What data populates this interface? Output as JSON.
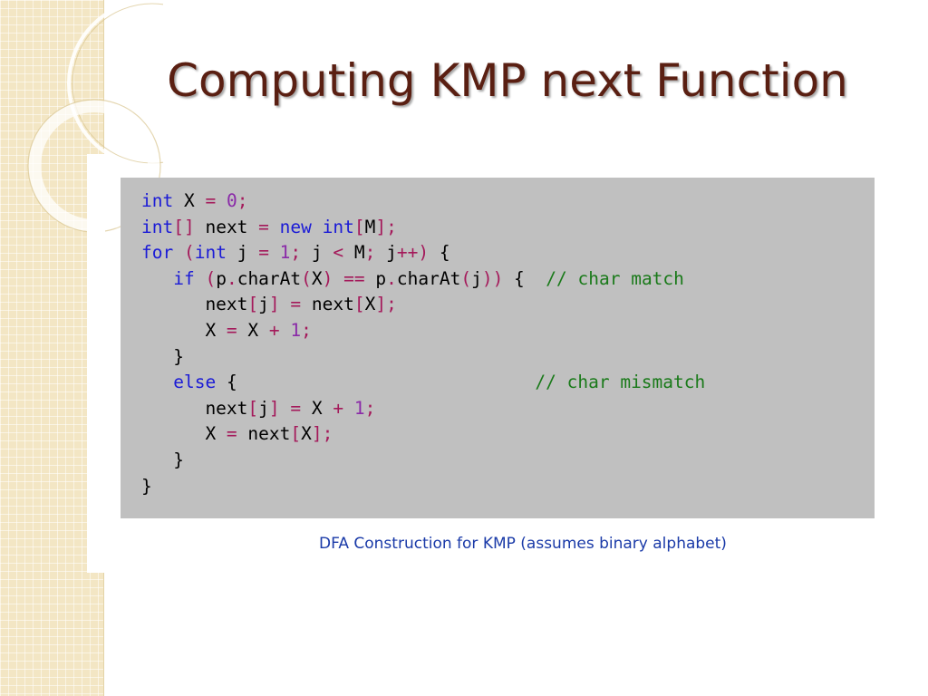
{
  "slide": {
    "title": "Computing KMP next Function",
    "caption": "DFA Construction for KMP (assumes binary alphabet)"
  },
  "code": {
    "lines": [
      [
        [
          "kw",
          "int"
        ],
        [
          "id",
          " X "
        ],
        [
          "op",
          "="
        ],
        [
          "num",
          " 0"
        ],
        [
          "op",
          ";"
        ]
      ],
      [
        [
          "kw",
          "int"
        ],
        [
          "op",
          "[]"
        ],
        [
          "id",
          " next "
        ],
        [
          "op",
          "="
        ],
        [
          "kw",
          " new"
        ],
        [
          "kw",
          " int"
        ],
        [
          "op",
          "["
        ],
        [
          "id",
          "M"
        ],
        [
          "op",
          "];"
        ]
      ],
      [
        [
          "kw",
          "for"
        ],
        [
          "op",
          " ("
        ],
        [
          "kw",
          "int"
        ],
        [
          "id",
          " j "
        ],
        [
          "op",
          "="
        ],
        [
          "num",
          " 1"
        ],
        [
          "op",
          ";"
        ],
        [
          "id",
          " j "
        ],
        [
          "op",
          "<"
        ],
        [
          "id",
          " M"
        ],
        [
          "op",
          ";"
        ],
        [
          "id",
          " j"
        ],
        [
          "op",
          "++)"
        ],
        [
          "id",
          " {"
        ]
      ],
      [
        [
          "id",
          "   "
        ],
        [
          "kw",
          "if"
        ],
        [
          "op",
          " ("
        ],
        [
          "id",
          "p"
        ],
        [
          "op",
          "."
        ],
        [
          "id",
          "charAt"
        ],
        [
          "op",
          "("
        ],
        [
          "id",
          "X"
        ],
        [
          "op",
          ")"
        ],
        [
          "op",
          " =="
        ],
        [
          "id",
          " p"
        ],
        [
          "op",
          "."
        ],
        [
          "id",
          "charAt"
        ],
        [
          "op",
          "("
        ],
        [
          "id",
          "j"
        ],
        [
          "op",
          "))"
        ],
        [
          "id",
          " {  "
        ],
        [
          "cm",
          "// char match"
        ]
      ],
      [
        [
          "id",
          "      next"
        ],
        [
          "op",
          "["
        ],
        [
          "id",
          "j"
        ],
        [
          "op",
          "]"
        ],
        [
          "op",
          " ="
        ],
        [
          "id",
          " next"
        ],
        [
          "op",
          "["
        ],
        [
          "id",
          "X"
        ],
        [
          "op",
          "];"
        ]
      ],
      [
        [
          "id",
          "      X "
        ],
        [
          "op",
          "="
        ],
        [
          "id",
          " X "
        ],
        [
          "op",
          "+"
        ],
        [
          "num",
          " 1"
        ],
        [
          "op",
          ";"
        ]
      ],
      [
        [
          "id",
          "   }"
        ]
      ],
      [
        [
          "id",
          "   "
        ],
        [
          "kw",
          "else"
        ],
        [
          "id",
          " {                            "
        ],
        [
          "cm",
          "// char mismatch"
        ]
      ],
      [
        [
          "id",
          "      next"
        ],
        [
          "op",
          "["
        ],
        [
          "id",
          "j"
        ],
        [
          "op",
          "]"
        ],
        [
          "op",
          " ="
        ],
        [
          "id",
          " X "
        ],
        [
          "op",
          "+"
        ],
        [
          "num",
          " 1"
        ],
        [
          "op",
          ";"
        ]
      ],
      [
        [
          "id",
          "      X "
        ],
        [
          "op",
          "="
        ],
        [
          "id",
          " next"
        ],
        [
          "op",
          "["
        ],
        [
          "id",
          "X"
        ],
        [
          "op",
          "];"
        ]
      ],
      [
        [
          "id",
          "   }"
        ]
      ],
      [
        [
          "id",
          "}"
        ]
      ]
    ]
  }
}
